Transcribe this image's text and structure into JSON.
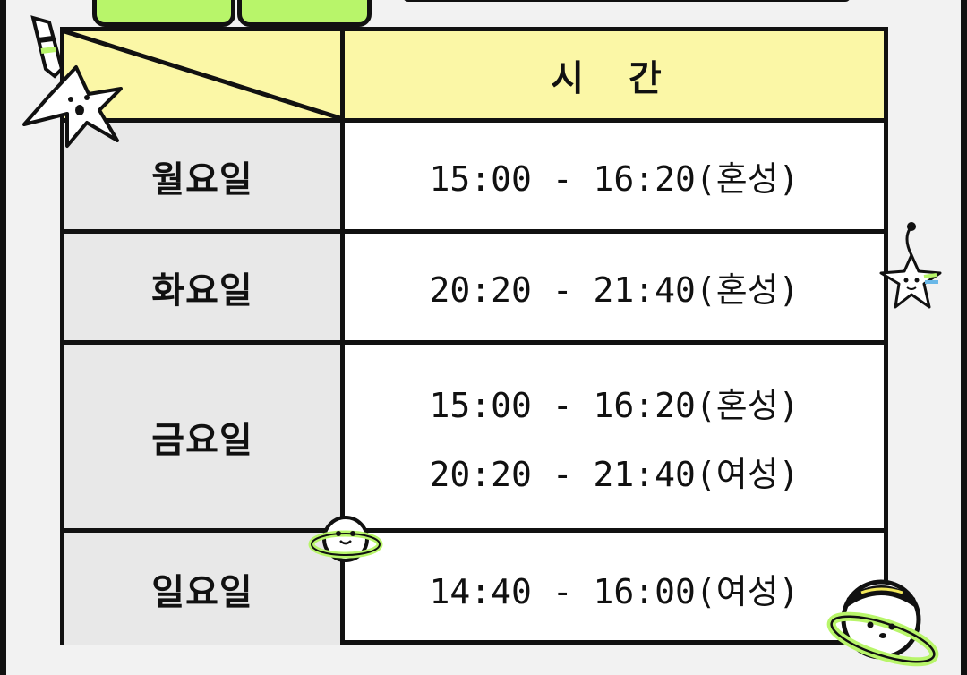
{
  "table": {
    "header": {
      "corner": "",
      "time": "시 간"
    },
    "rows": [
      {
        "day": "월요일",
        "times": [
          "15:00 - 16:20(혼성)"
        ]
      },
      {
        "day": "화요일",
        "times": [
          "20:20 - 21:40(혼성)"
        ]
      },
      {
        "day": "금요일",
        "times": [
          "15:00 - 16:20(혼성)",
          "20:20 - 21:40(여성)"
        ]
      },
      {
        "day": "일요일",
        "times": [
          "14:40 - 16:00(여성)"
        ]
      }
    ]
  },
  "colors": {
    "header_bg": "#fbf7a6",
    "day_bg": "#e8e8e8",
    "accent_green": "#b8f56a",
    "border": "#111111"
  },
  "icons": [
    "rocket-star-icon",
    "star-character-icon",
    "planet-character-icon",
    "planet-face-icon"
  ]
}
